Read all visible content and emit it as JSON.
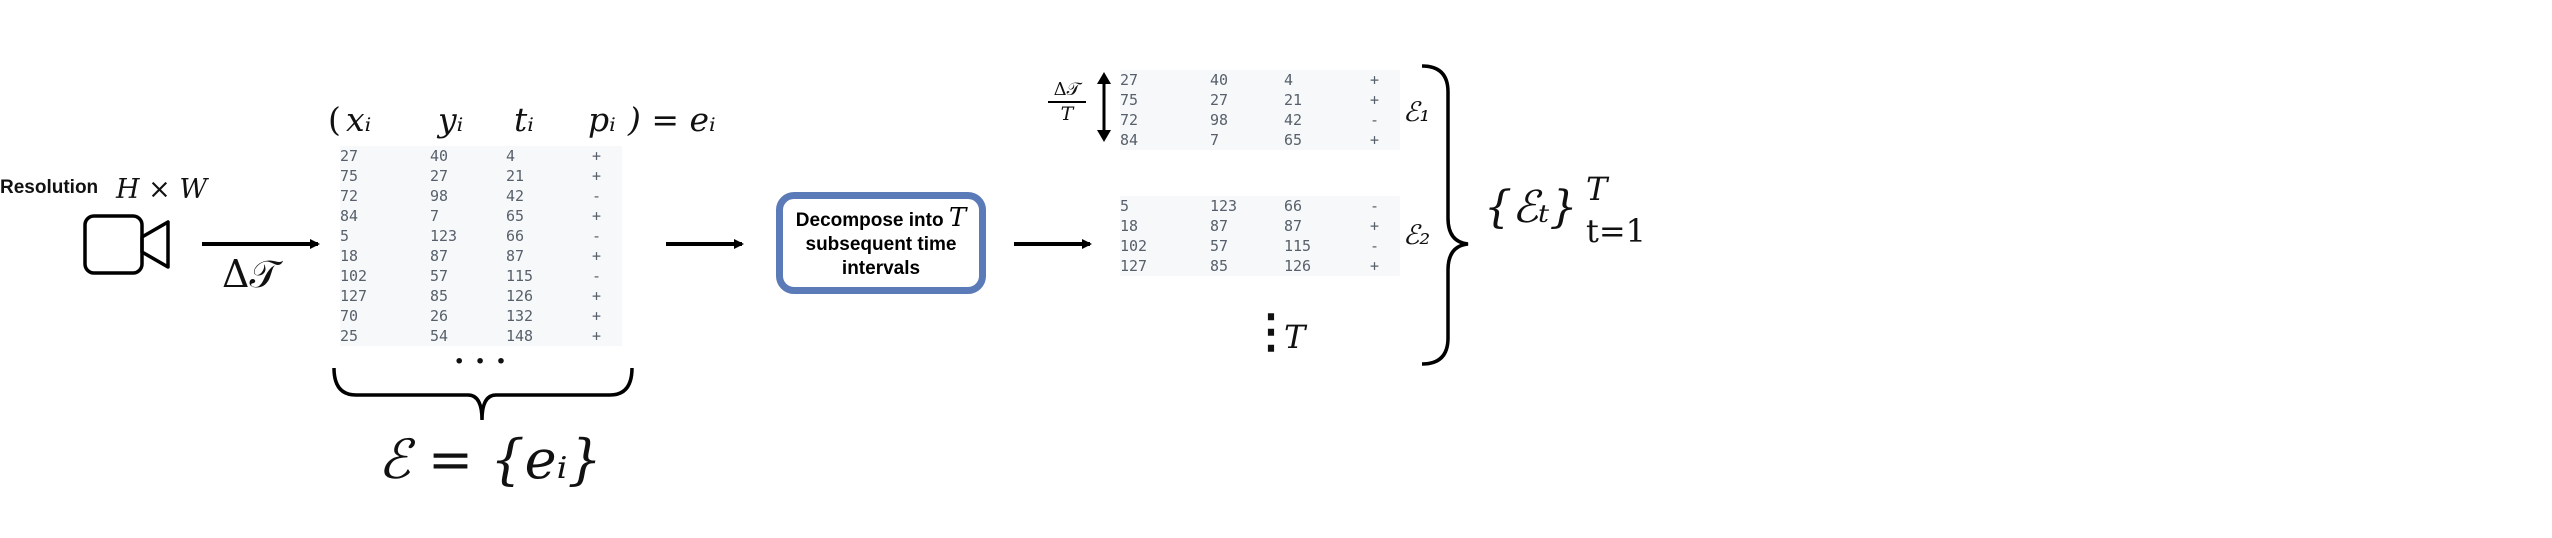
{
  "camera": {
    "resolution_label": "Resolution",
    "resolution_value": "H × W",
    "delta_label": "Δ𝒯"
  },
  "event_header": {
    "open": "(",
    "cols": [
      "xᵢ",
      "yᵢ",
      "tᵢ",
      "pᵢ"
    ],
    "close": ") = eᵢ"
  },
  "events_table": [
    [
      "27",
      "40",
      "4",
      "+"
    ],
    [
      "75",
      "27",
      "21",
      "+"
    ],
    [
      "72",
      "98",
      "42",
      "-"
    ],
    [
      "84",
      "7",
      "65",
      "+"
    ],
    [
      "5",
      "123",
      "66",
      "-"
    ],
    [
      "18",
      "87",
      "87",
      "+"
    ],
    [
      "102",
      "57",
      "115",
      "-"
    ],
    [
      "127",
      "85",
      "126",
      "+"
    ],
    [
      "70",
      "26",
      "132",
      "+"
    ],
    [
      "25",
      "54",
      "148",
      "+"
    ]
  ],
  "events_ellipsis": "· · ·",
  "event_set": "ℰ  =  {eᵢ}",
  "decompose": {
    "text_prefix": "Decompose into",
    "text_var": "T",
    "text_suffix": "subsequent time intervals"
  },
  "interval_label": {
    "numerator": "Δ𝒯",
    "denominator": "T"
  },
  "interval_1": {
    "label": "ℰ₁",
    "rows": [
      [
        "27",
        "40",
        "4",
        "+"
      ],
      [
        "75",
        "27",
        "21",
        "+"
      ],
      [
        "72",
        "98",
        "42",
        "-"
      ],
      [
        "84",
        "7",
        "65",
        "+"
      ]
    ]
  },
  "interval_2": {
    "label": "ℰ₂",
    "rows": [
      [
        "5",
        "123",
        "66",
        "-"
      ],
      [
        "18",
        "87",
        "87",
        "+"
      ],
      [
        "102",
        "57",
        "115",
        "-"
      ],
      [
        "127",
        "85",
        "126",
        "+"
      ]
    ]
  },
  "intervals_ellipsis": "⋮",
  "intervals_count": "T",
  "result_set": {
    "base": "{ℰₜ}",
    "sup": "T",
    "sub": "t=1"
  }
}
